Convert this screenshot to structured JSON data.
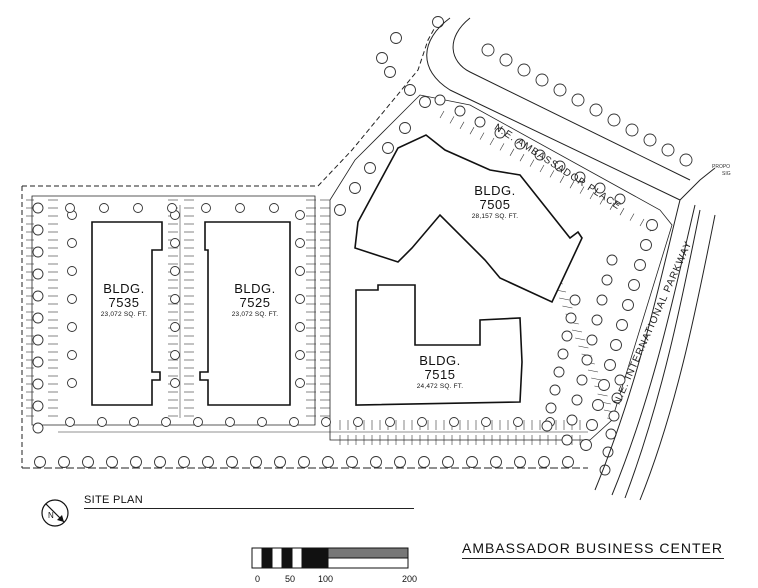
{
  "buildings": [
    {
      "id": "bldg-7535",
      "name": "BLDG.",
      "number": "7535",
      "area": "23,072 SQ. FT."
    },
    {
      "id": "bldg-7525",
      "name": "BLDG.",
      "number": "7525",
      "area": "23,072 SQ. FT."
    },
    {
      "id": "bldg-7505",
      "name": "BLDG.",
      "number": "7505",
      "area": "28,157 SQ. FT."
    },
    {
      "id": "bldg-7515",
      "name": "BLDG.",
      "number": "7515",
      "area": "24,472 SQ. FT."
    }
  ],
  "roads": {
    "ambassador": "N.E. AMBASSADOR PLACE",
    "international": "N.E. INTERNATIONAL PARKWAY"
  },
  "title": "SITE PLAN",
  "center_name": "AMBASSADOR BUSINESS CENTER",
  "scale": {
    "ticks": [
      "0",
      "50",
      "100",
      "200"
    ]
  },
  "small_notes": {
    "top_right": "PROPO",
    "top_right_2": "SIG"
  }
}
